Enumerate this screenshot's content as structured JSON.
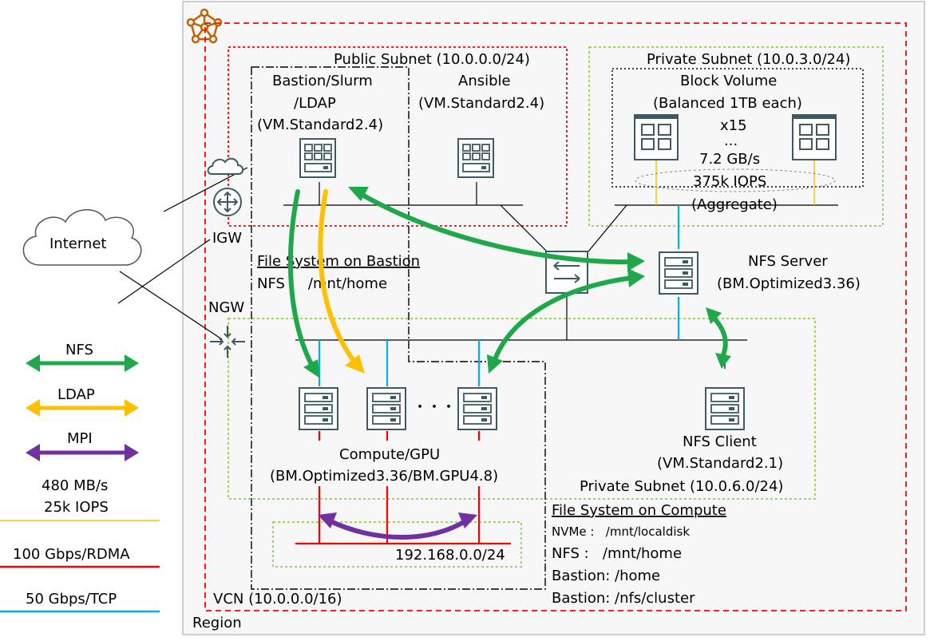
{
  "region": {
    "label": "Region"
  },
  "vcn": {
    "label": "VCN (10.0.0.0/16)"
  },
  "public_subnet": {
    "label": "Public Subnet (10.0.0.0/24)"
  },
  "private_subnet_storage": {
    "label": "Private Subnet (10.0.3.0/24)"
  },
  "private_subnet_compute": {
    "label": "Private Subnet (10.0.6.0/24)"
  },
  "bastion": {
    "line1": "Bastion/Slurm",
    "line2": "/LDAP",
    "line3": "(VM.Standard2.4)"
  },
  "ansible": {
    "line1": "Ansible",
    "line2": "(VM.Standard2.4)"
  },
  "block_volume": {
    "line1": "Block Volume",
    "line2": "(Balanced 1TB each)",
    "count": "x15",
    "dots": "...",
    "throughput": "7.2 GB/s",
    "iops": "375k IOPS",
    "aggregate": "(Aggregate)"
  },
  "nfs_server": {
    "line1": "NFS Server",
    "line2": "(BM.Optimized3.36)"
  },
  "nfs_client": {
    "line1": "NFS Client",
    "line2": "(VM.Standard2.1)"
  },
  "compute": {
    "line1": "Compute/GPU",
    "line2": "(BM.Optimized3.36/BM.GPU4.8)",
    "dots": "・・・"
  },
  "rdma_subnet": {
    "label": "192.168.0.0/24"
  },
  "internet": {
    "label": "Internet"
  },
  "igw": {
    "label": "IGW"
  },
  "ngw": {
    "label": "NGW"
  },
  "fs_bastion": {
    "title": "File System on Bastion",
    "line1": "NFS :   /mnt/home"
  },
  "fs_compute": {
    "title": "File System on Compute",
    "line1": "NVMe :   /mnt/localdisk",
    "line2": "NFS :   /mnt/home",
    "line3": "Bastion: /home",
    "line4": "Bastion: /nfs/cluster"
  },
  "legend": {
    "nfs": "NFS",
    "ldap": "LDAP",
    "mpi": "MPI",
    "storage_line1": "480 MB/s",
    "storage_line2": "25k IOPS",
    "rdma": "100 Gbps/RDMA",
    "tcp": "50 Gbps/TCP"
  },
  "colors": {
    "nfs": "#1fa84a",
    "ldap": "#ffc000",
    "mpi": "#7030a0",
    "rdma": "#ff0000",
    "tcp": "#00b0f0",
    "storage": "#ffc000",
    "subnet_green": "#92d050",
    "region_red": "#ff0000",
    "icon": "#3d5a62",
    "oracle_logo": "#c06000"
  },
  "icons": [
    "oracle-region-logo",
    "cloud-icon",
    "router-icon",
    "nat-gateway-icon",
    "switch-icon",
    "vm-icon",
    "bare-metal-server-icon",
    "block-volume-icon"
  ]
}
